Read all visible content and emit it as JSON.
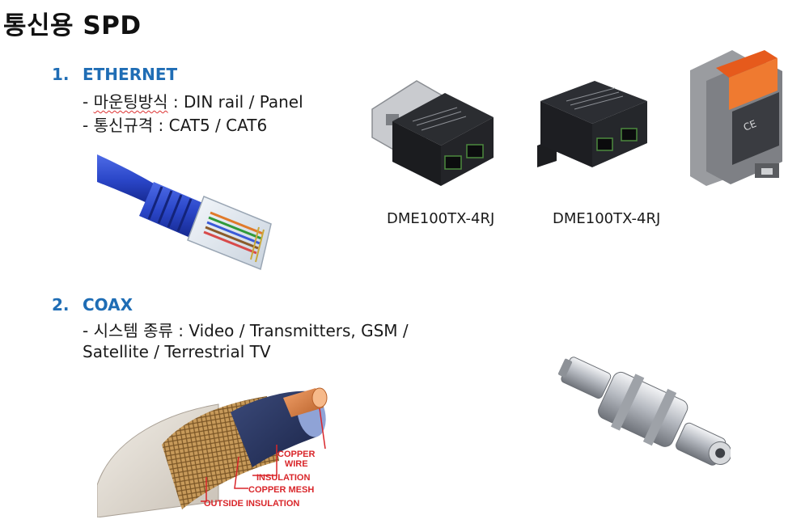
{
  "page": {
    "title": "통신용 SPD"
  },
  "sections": [
    {
      "number": "1.",
      "heading": "ETHERNET",
      "lines": [
        {
          "prefix": "- ",
          "key": "마운팅방식",
          "value": " : DIN rail / Panel"
        },
        {
          "prefix": "- ",
          "key": "통신규격",
          "value": " : CAT5 / CAT6"
        }
      ]
    },
    {
      "number": "2.",
      "heading": "COAX",
      "lines": [
        {
          "text": "- 시스템 종류 : Video / Transmitters, GSM /"
        },
        {
          "text": "Satellite / Terrestrial TV"
        }
      ]
    }
  ],
  "products": [
    {
      "caption": "DME100TX-4RJ"
    },
    {
      "caption": "DME100TX-4RJ"
    }
  ],
  "coax_diagram": {
    "labels": [
      "COPPER",
      "WIRE",
      "INSULATION",
      "COPPER MESH",
      "OUTSIDE INSULATION"
    ],
    "label_color": "#d9262a"
  },
  "colors": {
    "heading": "#1f6db5",
    "text": "#1a1a1a",
    "rj45_blue": "#2a46c8"
  }
}
